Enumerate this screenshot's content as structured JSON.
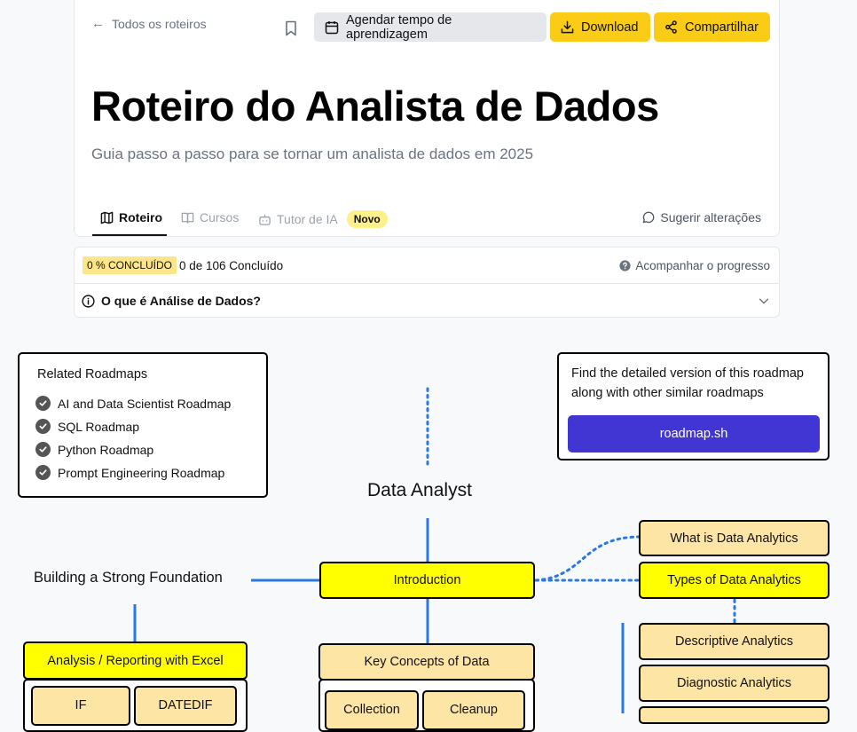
{
  "header": {
    "back_label": "Todos os roteiros",
    "schedule_label": "Agendar tempo de aprendizagem",
    "download_label": "Download",
    "share_label": "Compartilhar",
    "title": "Roteiro do Analista de Dados",
    "subtitle": "Guia passo a passo para se tornar um analista de dados em 2025",
    "tabs": [
      {
        "label": "Roteiro"
      },
      {
        "label": "Cursos"
      },
      {
        "label": "Tutor de IA",
        "badge": "Novo"
      }
    ],
    "suggest_label": "Sugerir alterações"
  },
  "progress": {
    "percent_label": "0 % CONCLUÍDO",
    "count_label": "0 de 106 Concluído",
    "track_label": "Acompanhar o progresso",
    "what_is_label": "O que é Análise de Dados?"
  },
  "roadmap": {
    "related": {
      "title": "Related Roadmaps",
      "items": [
        "AI and Data Scientist Roadmap",
        "SQL Roadmap",
        "Python Roadmap",
        "Prompt Engineering Roadmap"
      ]
    },
    "info": {
      "text": "Find the detailed version of this roadmap along with other similar roadmaps",
      "button": "roadmap.sh"
    },
    "main_title": "Data Analyst",
    "foundation_label": "Building a Strong Foundation",
    "nodes": {
      "introduction": "Introduction",
      "what_is": "What is Data Analytics",
      "types": "Types of Data Analytics",
      "descriptive": "Descriptive Analytics",
      "diagnostic": "Diagnostic Analytics",
      "excel": "Analysis / Reporting with Excel",
      "if": "IF",
      "datedif": "DATEDIF",
      "key_concepts": "Key Concepts of Data",
      "collection": "Collection",
      "cleanup": "Cleanup"
    }
  },
  "colors": {
    "accent_yellow": "#facc15",
    "node_yellow": "#ffff00",
    "node_peach": "#fde5a6",
    "connector_blue": "#2b78e4",
    "roadmap_button": "#4136d4"
  }
}
